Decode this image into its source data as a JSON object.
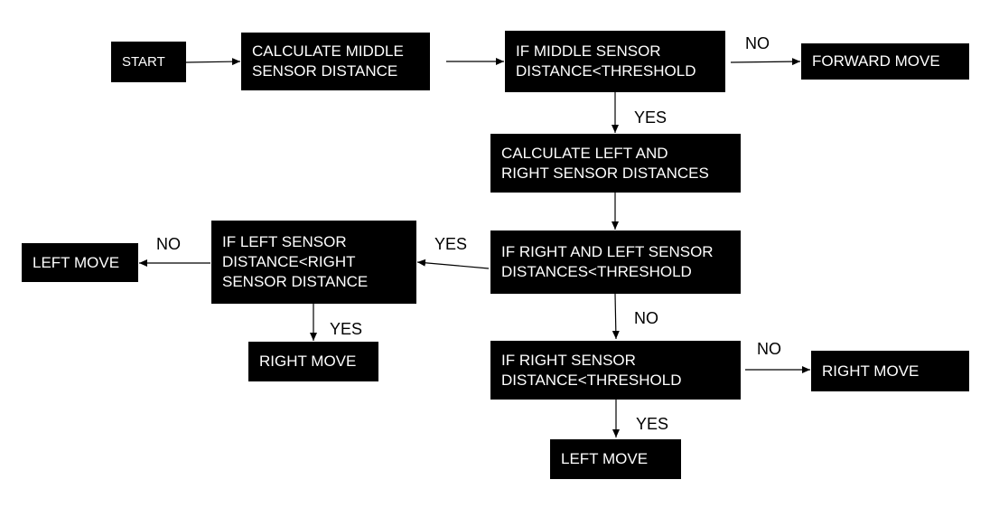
{
  "nodes": {
    "start": "START",
    "calc_middle": {
      "line1": "CALCULATE MIDDLE",
      "line2": "SENSOR DISTANCE"
    },
    "if_middle": {
      "line1": "IF MIDDLE SENSOR",
      "line2": "DISTANCE<THRESHOLD"
    },
    "forward_move": "FORWARD MOVE",
    "calc_left_right": {
      "line1": "CALCULATE LEFT AND",
      "line2": "RIGHT SENSOR DISTANCES"
    },
    "if_right_left": {
      "line1": "IF RIGHT AND LEFT SENSOR",
      "line2": "DISTANCES<THRESHOLD"
    },
    "if_left_lt_right": {
      "line1": "IF LEFT SENSOR",
      "line2": "DISTANCE<RIGHT",
      "line3": "SENSOR DISTANCE"
    },
    "left_move_1": "LEFT MOVE",
    "right_move_1": "RIGHT MOVE",
    "if_right": {
      "line1": "IF RIGHT SENSOR",
      "line2": "DISTANCE<THRESHOLD"
    },
    "right_move_2": "RIGHT MOVE",
    "left_move_2": "LEFT MOVE"
  },
  "edge_labels": {
    "middle_no": "NO",
    "middle_yes": "YES",
    "rightleft_yes": "YES",
    "rightleft_no": "NO",
    "leftlt_no": "NO",
    "leftlt_yes": "YES",
    "right_no": "NO",
    "right_yes": "YES"
  },
  "colors": {
    "node_fill": "#000000",
    "node_text": "#ffffff",
    "edge": "#000000",
    "background": "#ffffff"
  }
}
